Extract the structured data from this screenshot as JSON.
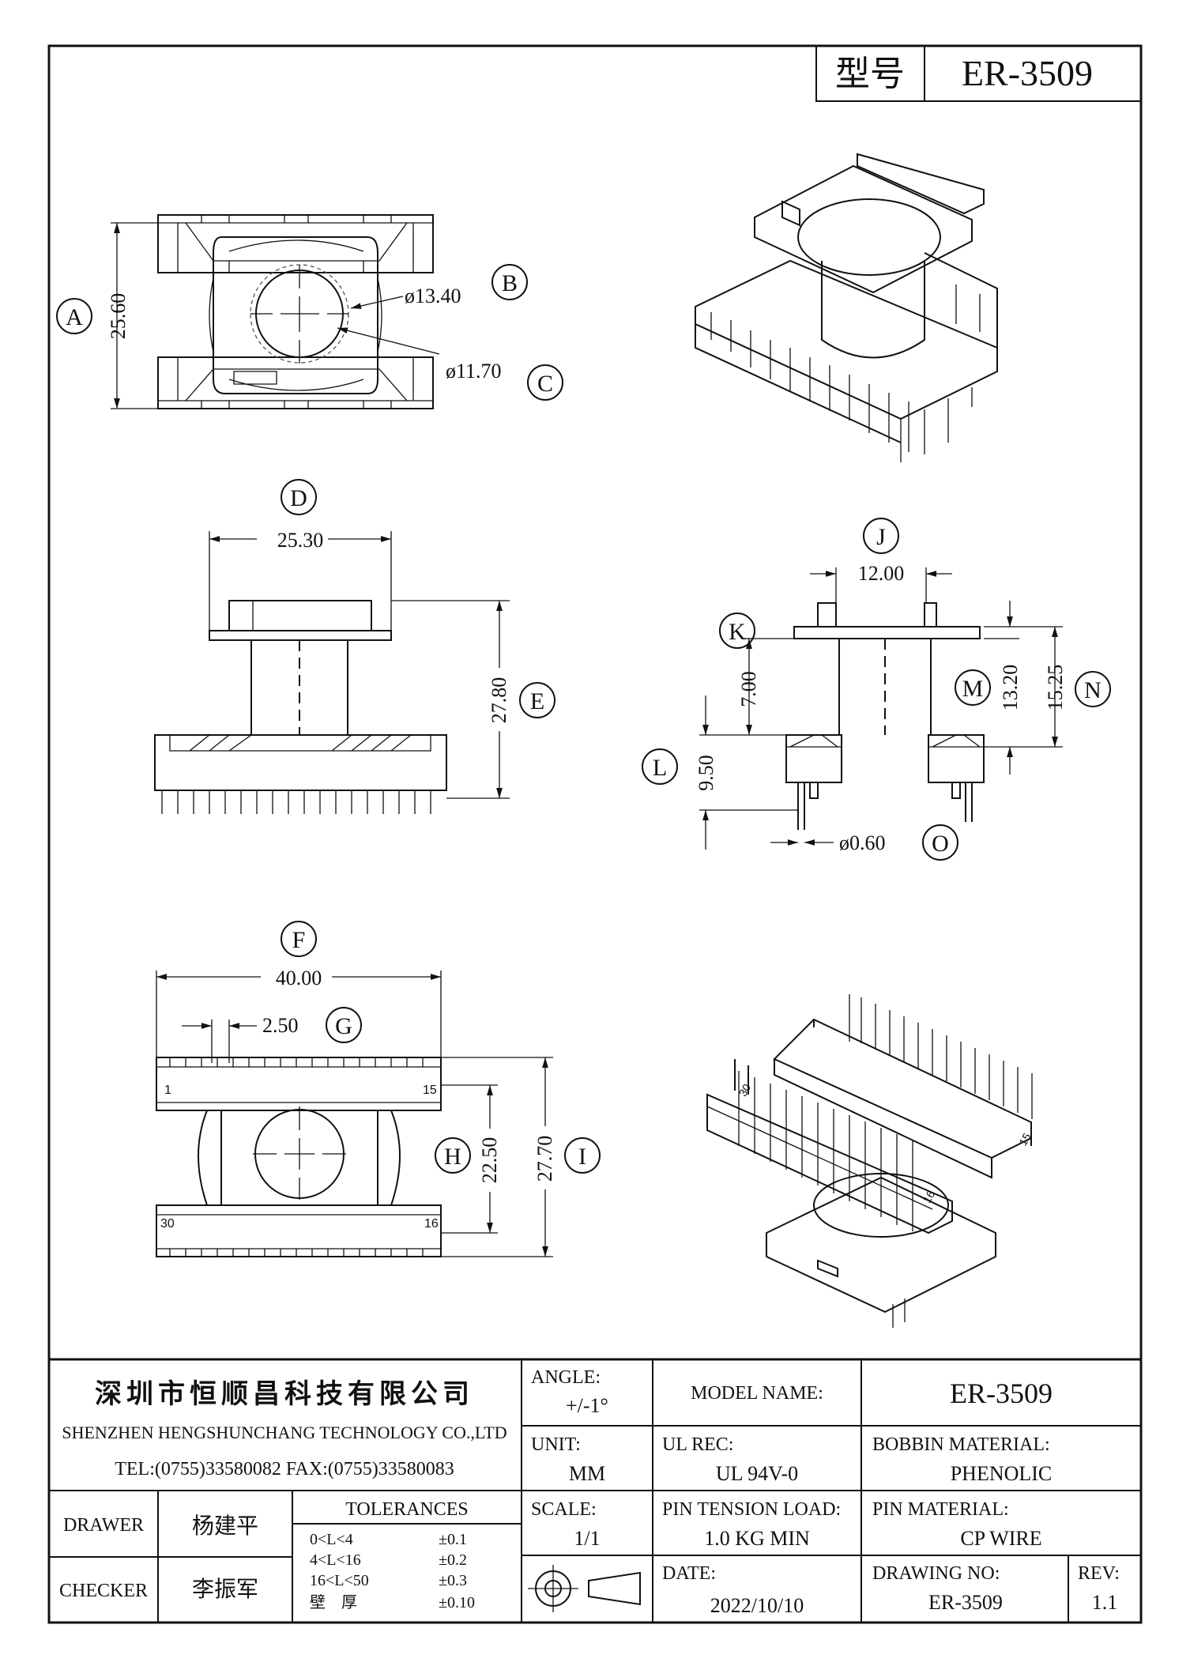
{
  "header": {
    "model_label": "型号",
    "model_value": "ER-3509"
  },
  "callouts": {
    "A": "A",
    "B": "B",
    "C": "C",
    "D": "D",
    "E": "E",
    "F": "F",
    "G": "G",
    "H": "H",
    "I": "I",
    "J": "J",
    "K": "K",
    "L": "L",
    "M": "M",
    "N": "N",
    "O": "O"
  },
  "dimensions": {
    "A": "25.60",
    "B": "ø13.40",
    "C": "ø11.70",
    "D": "25.30",
    "E": "27.80",
    "F": "40.00",
    "G": "2.50",
    "H": "22.50",
    "I": "27.70",
    "J": "12.00",
    "K": "7.00",
    "L": "9.50",
    "M": "13.20",
    "N": "15.25",
    "O": "ø0.60"
  },
  "pin_labels": {
    "p1": "1",
    "p15": "15",
    "p30": "30",
    "p16": "16",
    "iso_a": "30",
    "iso_b": "16",
    "iso_c": "15"
  },
  "titleblock": {
    "company_cn": "深圳市恒顺昌科技有限公司",
    "company_en": "SHENZHEN HENGSHUNCHANG TECHNOLOGY CO.,LTD",
    "contact": "TEL:(0755)33580082 FAX:(0755)33580083",
    "angle_label": "ANGLE:",
    "angle_value": "+/-1°",
    "model_name_label": "MODEL NAME:",
    "model_name_value": "ER-3509",
    "unit_label": "UNIT:",
    "unit_value": "MM",
    "ul_label": "UL REC:",
    "ul_value": "UL 94V-0",
    "bobbin_label": "BOBBIN MATERIAL:",
    "bobbin_value": "PHENOLIC",
    "drawer_label": "DRAWER",
    "drawer_value": "杨建平",
    "checker_label": "CHECKER",
    "checker_value": "李振军",
    "tolerances_label": "TOLERANCES",
    "tol": [
      {
        "range": "0<L<4",
        "value": "±0.1"
      },
      {
        "range": "4<L<16",
        "value": "±0.2"
      },
      {
        "range": "16<L<50",
        "value": "±0.3"
      },
      {
        "range": "壁　厚",
        "value": "±0.10"
      }
    ],
    "scale_label": "SCALE:",
    "scale_value": "1/1",
    "pin_tension_label": "PIN TENSION LOAD:",
    "pin_tension_value": "1.0 KG MIN",
    "pin_material_label": "PIN MATERIAL:",
    "pin_material_value": "CP WIRE",
    "date_label": "DATE:",
    "date_value": "2022/10/10",
    "drawing_no_label": "DRAWING NO:",
    "drawing_no_value": "ER-3509",
    "rev_label": "REV:",
    "rev_value": "1.1"
  }
}
